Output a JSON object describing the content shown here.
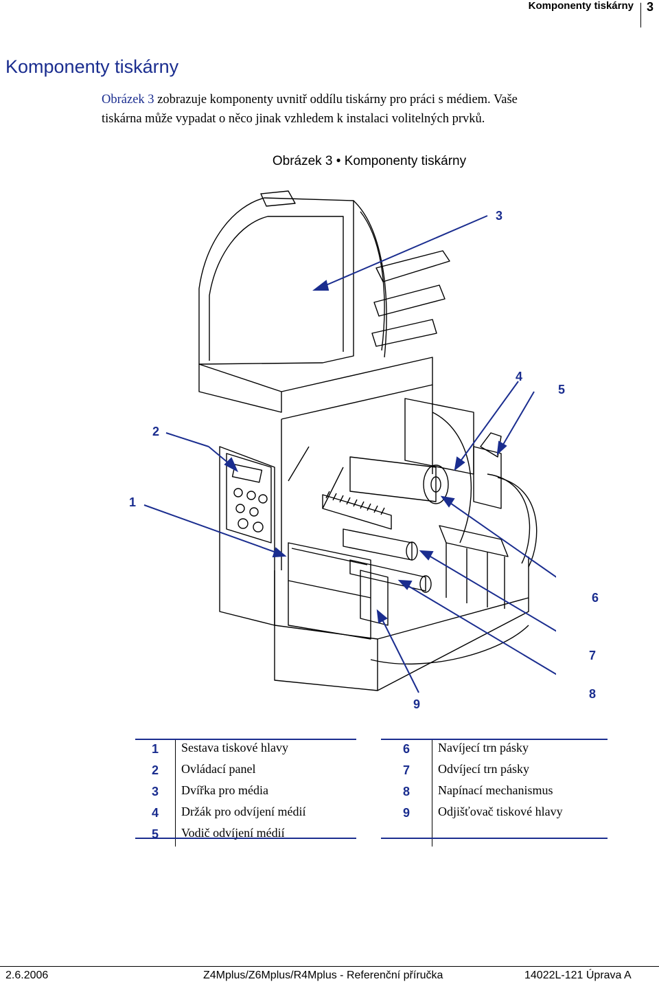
{
  "header": {
    "running_title": "Komponenty tiskárny",
    "page_number": "3"
  },
  "section_title": "Komponenty tiskárny",
  "intro": {
    "ref_text": "Obrázek 3",
    "body_text": " zobrazuje komponenty uvnitř oddílu tiskárny pro práci s médiem. Vaše tiskárna může vypadat o něco jinak vzhledem k instalaci volitelných prvků."
  },
  "figure_caption": "Obrázek 3 • Komponenty tiskárny",
  "callouts": [
    "1",
    "2",
    "3",
    "4",
    "5",
    "6",
    "7",
    "8",
    "9"
  ],
  "legend_left": [
    {
      "num": "1",
      "text": "Sestava tiskové hlavy"
    },
    {
      "num": "2",
      "text": "Ovládací panel"
    },
    {
      "num": "3",
      "text": "Dvířka pro média"
    },
    {
      "num": "4",
      "text": "Držák pro odvíjení médií"
    },
    {
      "num": "5",
      "text": "Vodič odvíjení médií"
    }
  ],
  "legend_right": [
    {
      "num": "6",
      "text": "Navíjecí trn pásky"
    },
    {
      "num": "7",
      "text": "Odvíjecí trn pásky"
    },
    {
      "num": "8",
      "text": "Napínací mechanismus"
    },
    {
      "num": "9",
      "text": "Odjišťovač tiskové hlavy"
    }
  ],
  "footer": {
    "date": "2.6.2006",
    "manual": "Z4Mplus/Z6Mplus/R4Mplus - Referenční příručka",
    "doc_id": "14022L-121 Úprava A"
  },
  "colors": {
    "accent": "#1a2d8f"
  }
}
